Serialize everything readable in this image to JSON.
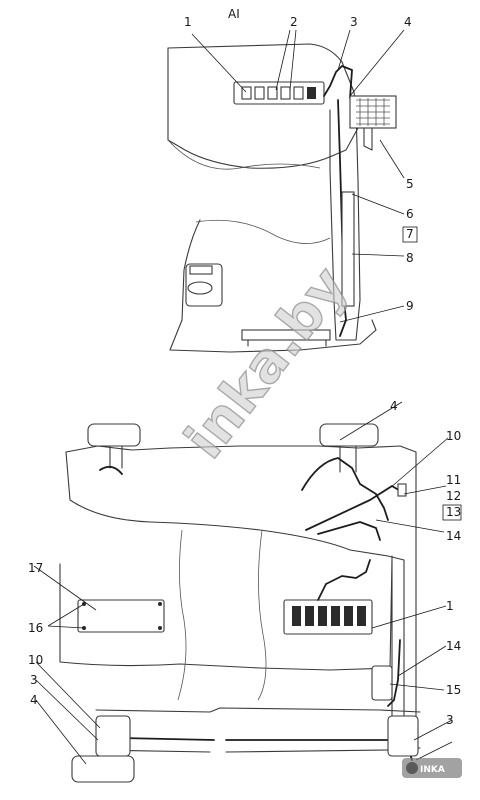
{
  "view_label": "AI",
  "callouts": [
    "1",
    "2",
    "3",
    "4",
    "5",
    "6",
    "7",
    "8",
    "9",
    "4",
    "10",
    "11",
    "12",
    "13",
    "14",
    "17",
    "16",
    "1",
    "14",
    "15",
    "10",
    "3",
    "4",
    "3"
  ],
  "watermark": "inka.by"
}
